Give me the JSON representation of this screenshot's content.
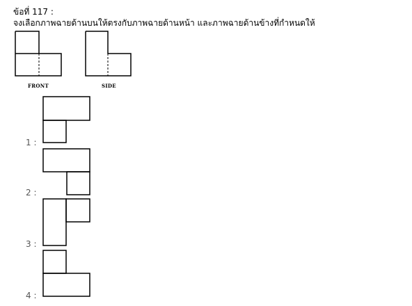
{
  "question": {
    "title": "ข้อที่ 117 :",
    "instruction": "จงเลือกภาพฉายด้านบนให้ตรงกับภาพฉายด้านหน้า และภาพฉายด้านข้างที่กำหนดให้"
  },
  "given_views": [
    {
      "label": "FRONT"
    },
    {
      "label": "SIDE"
    }
  ],
  "options": [
    {
      "label": "1 :"
    },
    {
      "label": "2 :"
    },
    {
      "label": "3 :"
    },
    {
      "label": "4 :"
    }
  ]
}
